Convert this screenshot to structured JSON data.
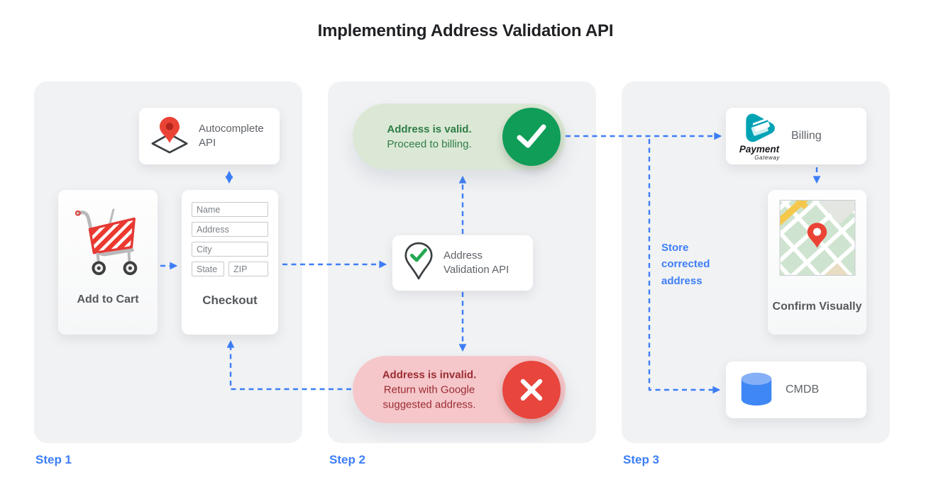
{
  "title": "Implementing Address Validation API",
  "colors": {
    "accent_blue": "#3d7ef7",
    "success_green": "#0f9d58",
    "success_bg": "#dbe8d5",
    "success_text": "#2e7d46",
    "error_red": "#e8453c",
    "error_bg": "#f6c7ca",
    "error_text": "#9b2c33",
    "panel_bg": "#f1f2f4",
    "card_label_gray": "#5f6368"
  },
  "steps": [
    {
      "label": "Step 1"
    },
    {
      "label": "Step 2"
    },
    {
      "label": "Step 3"
    }
  ],
  "step1": {
    "autocomplete_card": {
      "label": "Autocomplete API"
    },
    "add_to_cart_card": {
      "label": "Add to Cart"
    },
    "checkout_card": {
      "label": "Checkout",
      "fields": [
        {
          "placeholder": "Name"
        },
        {
          "placeholder": "Address"
        },
        {
          "placeholder": "City"
        },
        {
          "placeholder": "State"
        },
        {
          "placeholder": "ZIP"
        }
      ]
    }
  },
  "step2": {
    "valid_banner": {
      "title": "Address is valid.",
      "subtitle": "Proceed to billing."
    },
    "validation_card": {
      "label": "Address Validation API"
    },
    "invalid_banner": {
      "title": "Address is invalid.",
      "subtitle": "Return with Google suggested address."
    }
  },
  "step3": {
    "billing_card": {
      "label": "Billing",
      "logo_title": "Payment",
      "logo_subtitle": "Gateway"
    },
    "confirm_card": {
      "label": "Confirm Visually"
    },
    "store_note": "Store corrected address",
    "cmdb_card": {
      "label": "CMDB"
    }
  },
  "icons": {
    "autocomplete": "map-pin-diamond-icon",
    "add_to_cart": "shopping-cart-icon",
    "validation": "map-pin-check-icon",
    "valid": "check-circle-icon",
    "invalid": "x-circle-icon",
    "billing": "payment-gateway-logo",
    "confirm": "map-thumbnail",
    "cmdb": "database-cylinder-icon"
  }
}
